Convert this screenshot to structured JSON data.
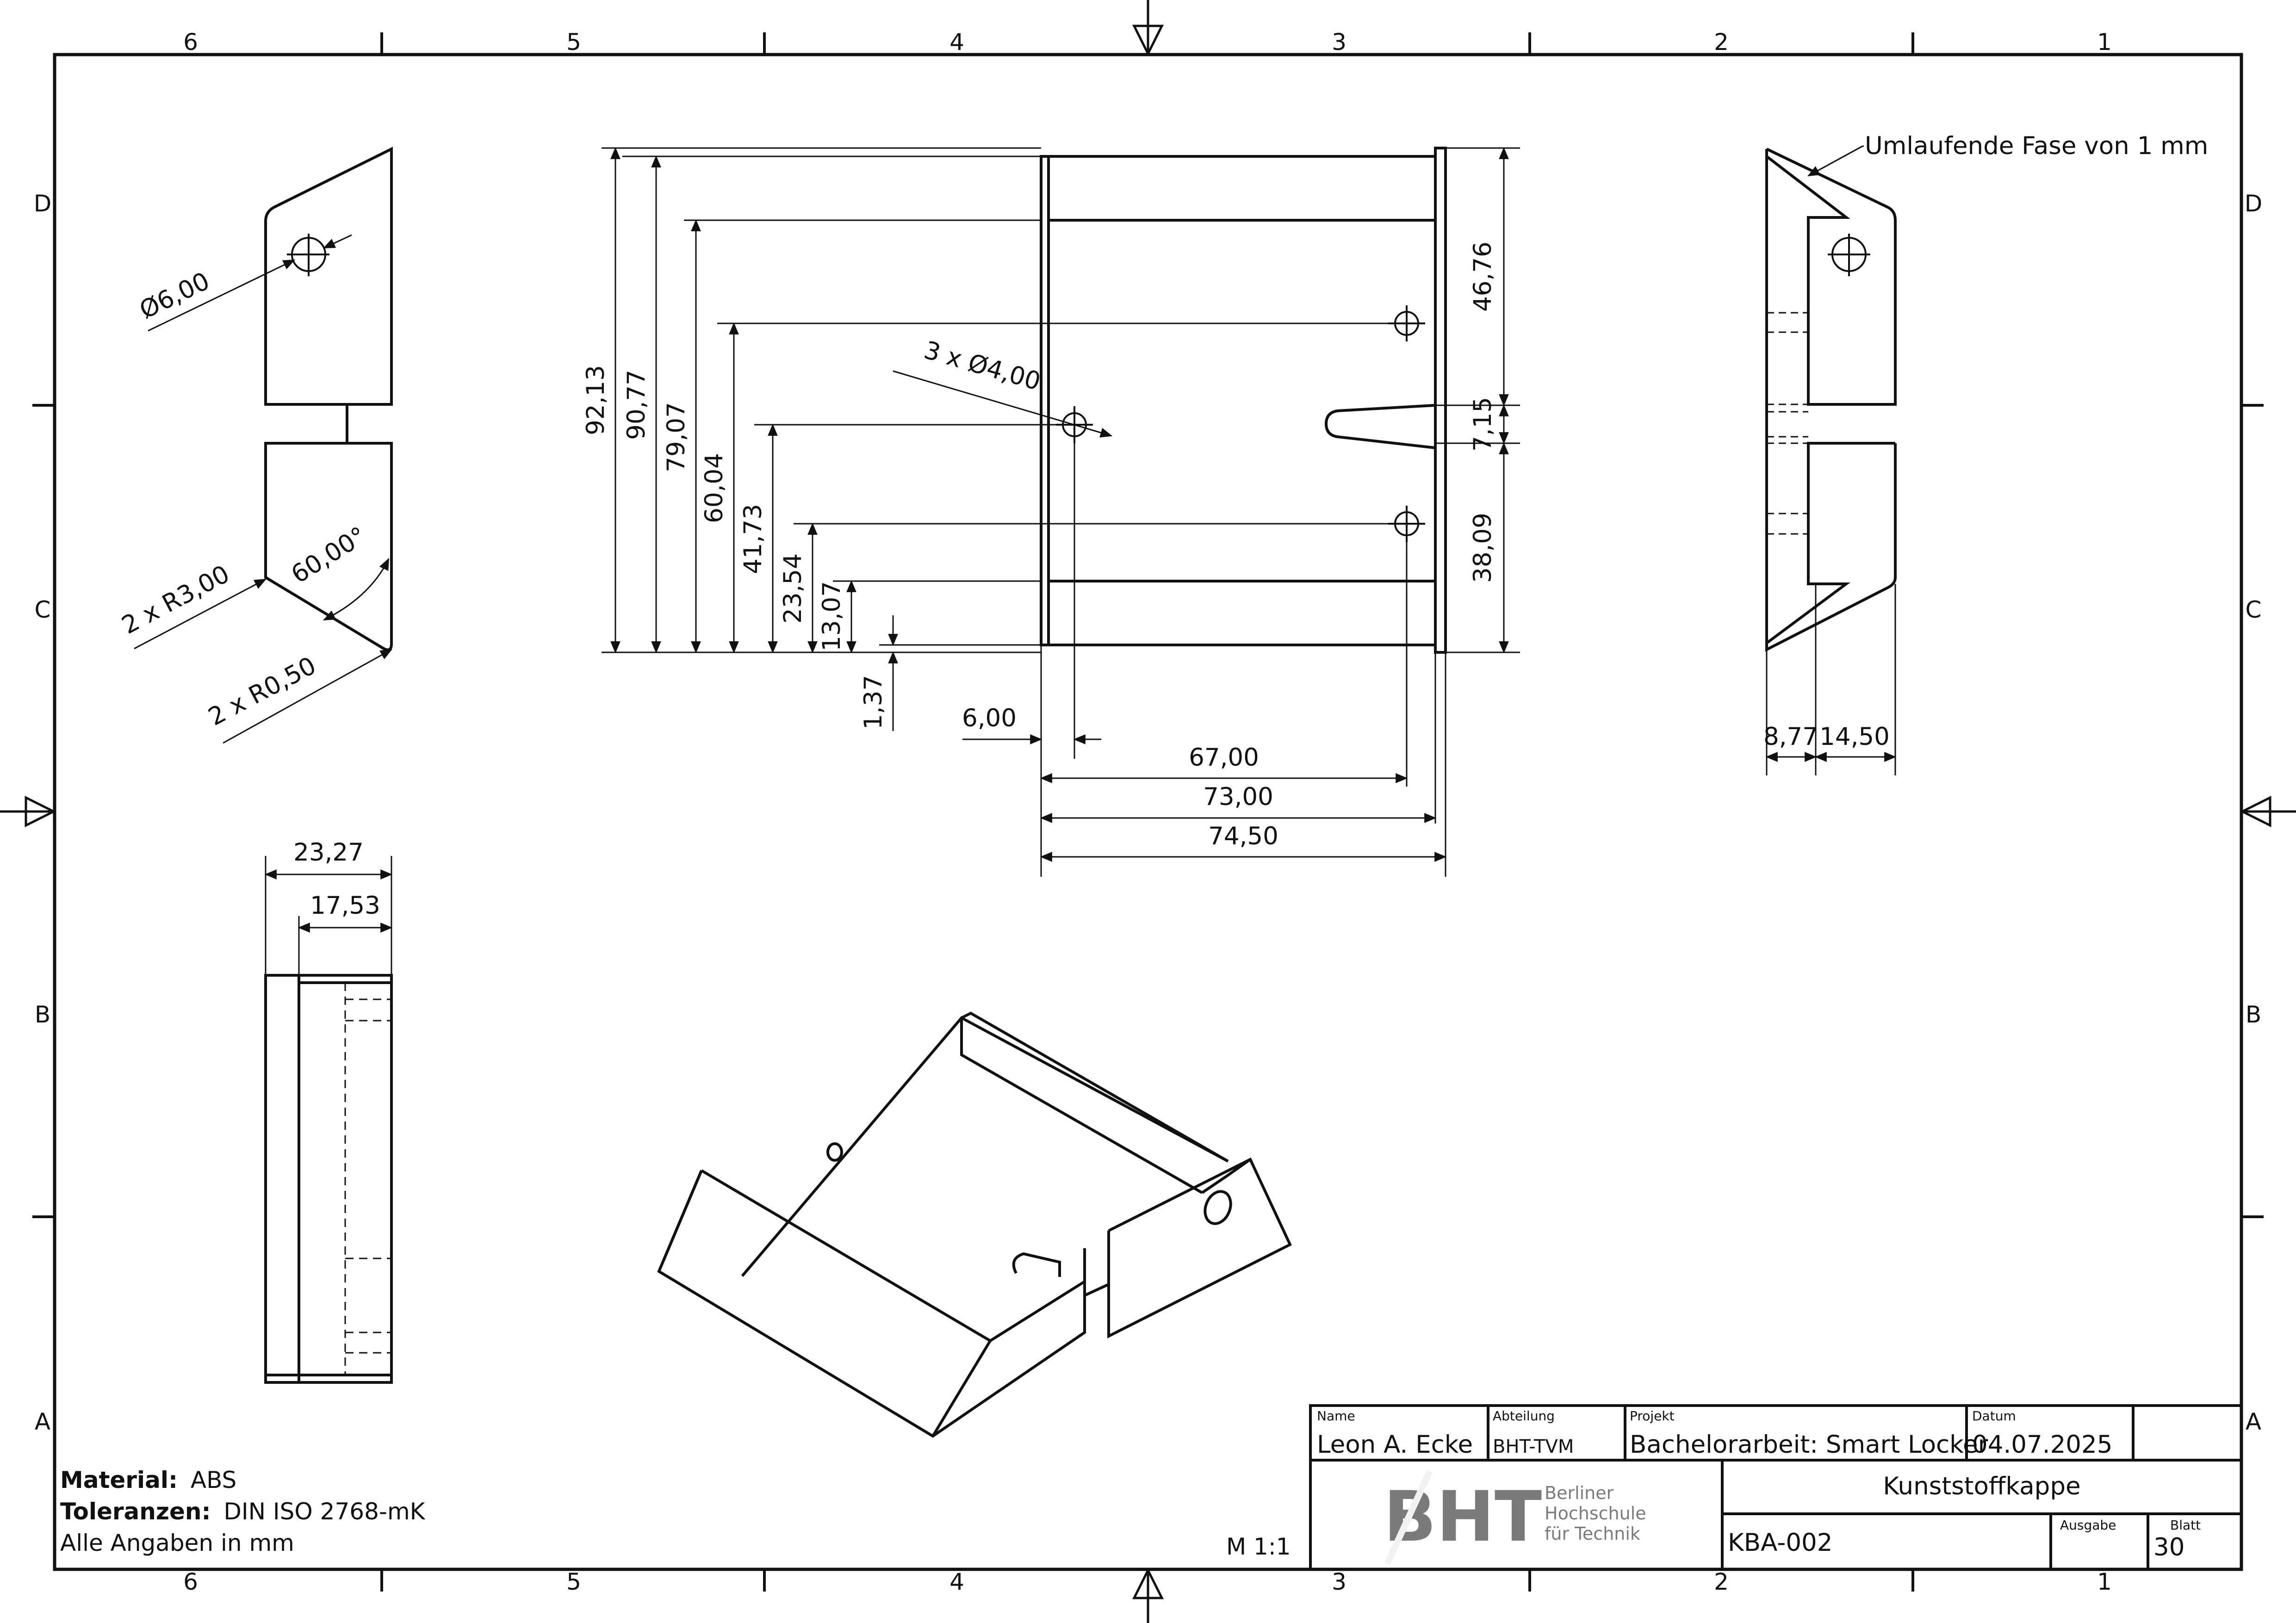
{
  "sheet": {
    "zones_horizontal": [
      "6",
      "5",
      "4",
      "3",
      "2",
      "1"
    ],
    "zones_vertical": [
      "D",
      "C",
      "B",
      "A"
    ]
  },
  "front_view": {
    "left_dims": [
      "92,13",
      "90,77",
      "79,07",
      "60,04",
      "41,73",
      "23,54",
      "13,07",
      "1,37"
    ],
    "right_dims": [
      "46,76",
      "7,15",
      "38,09"
    ],
    "bottom_dims": [
      "6,00",
      "67,00",
      "73,00",
      "74,50"
    ],
    "hole_callout": "3 x Ø4,00"
  },
  "left_view": {
    "hole": "Ø6,00",
    "angle": "60,00°",
    "radius_1": "2 x R3,00",
    "radius_2": "2 x R0,50"
  },
  "right_view": {
    "chamfer_note": "Umlaufende Fase von 1 mm",
    "dims": [
      "8,77",
      "14,50"
    ]
  },
  "bottom_view": {
    "dims": [
      "23,27",
      "17,53"
    ]
  },
  "notes": {
    "material_label": "Material:",
    "material_value": "ABS",
    "tolerance_label": "Toleranzen:",
    "tolerance_value": "DIN ISO 2768-mK",
    "units": "Alle Angaben in mm",
    "scale": "M 1:1"
  },
  "title_block": {
    "name_label": "Name",
    "name": "Leon A. Ecke",
    "department_label": "Abteilung",
    "department": "BHT-TVM",
    "project_label": "Projekt",
    "project": "Bachelorarbeit: Smart Locker",
    "date_label": "Datum",
    "date": "04.07.2025",
    "logo_letters": "BHT",
    "logo_line1": "Berliner",
    "logo_line2": "Hochschule",
    "logo_line3": "für Technik",
    "part_title": "Kunststoffkappe",
    "drawing_number": "KBA-002",
    "issue_label": "Ausgabe",
    "sheet_label": "Blatt",
    "sheet_number": "30"
  }
}
